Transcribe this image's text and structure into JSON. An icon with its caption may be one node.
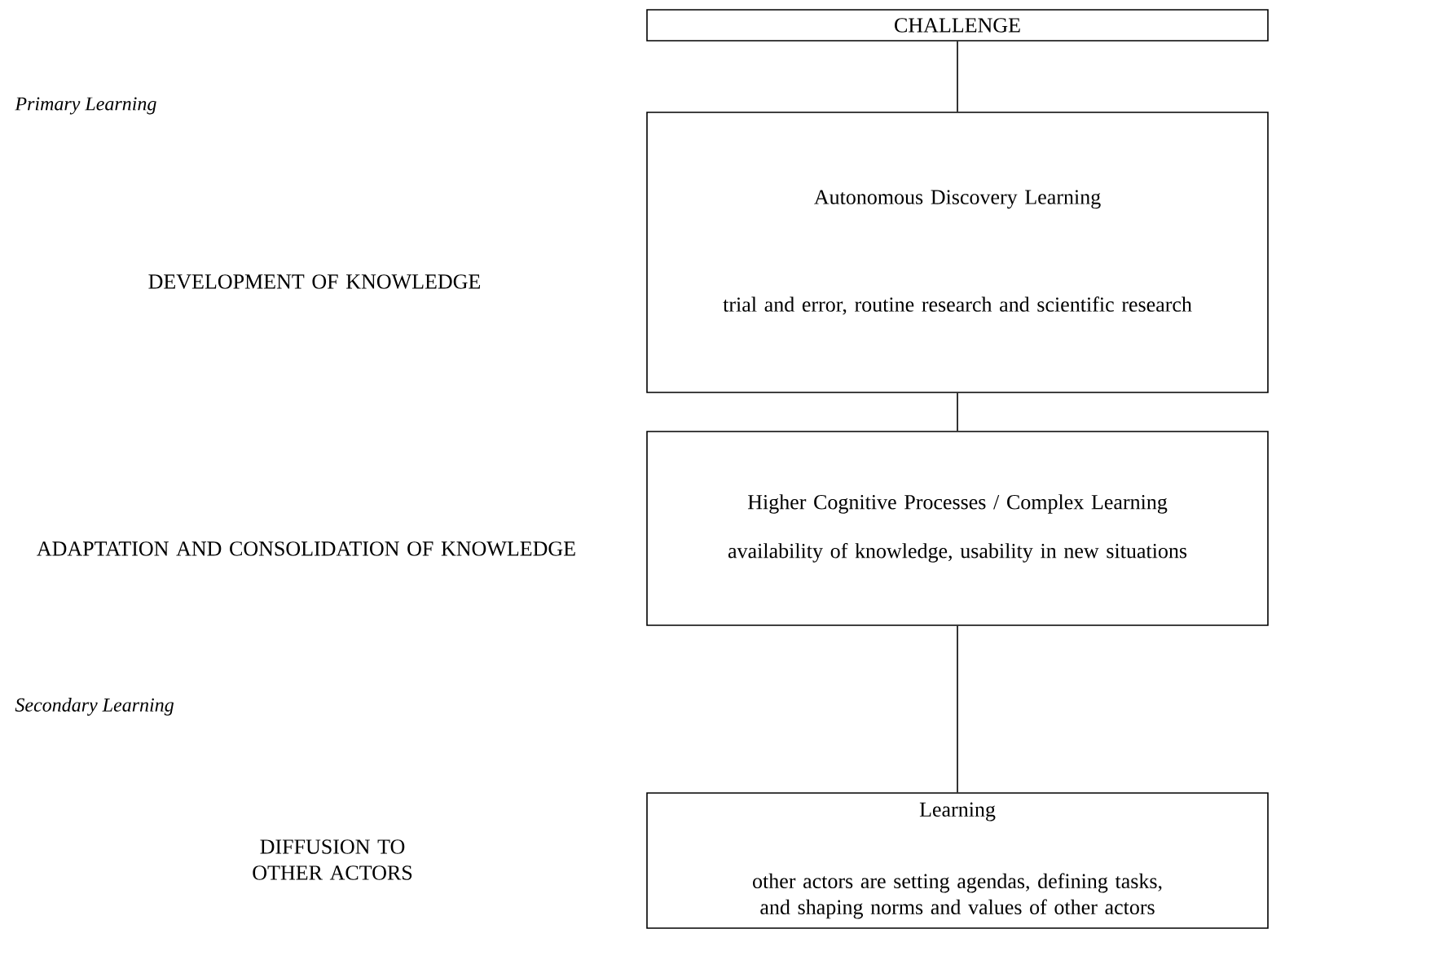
{
  "diagram": {
    "nodes": [
      {
        "text": [
          "CHALLENGE"
        ]
      },
      {
        "text": [
          "Autonomous Discovery Learning",
          "trial and error, routine research and scientific research"
        ]
      },
      {
        "text": [
          "Higher Cognitive Processes / Complex Learning",
          "availability of knowledge, usability in new situations"
        ]
      },
      {
        "text": [
          "Learning",
          "other actors are setting agendas, defining tasks, and shaping norms and values of other actors"
        ]
      }
    ],
    "edges": [
      {
        "from": 0,
        "to": 1,
        "arrow": "none"
      },
      {
        "from": 1,
        "to": 2,
        "arrow": "none"
      },
      {
        "from": 2,
        "to": 3,
        "arrow": "none"
      }
    ],
    "labels": [
      "Primary Learning",
      "DEVELOPMENT OF KNOWLEDGE",
      "ADAPTATION AND CONSOLIDATION OF KNOWLEDGE",
      "Secondary Learning",
      "DIFFUSION TO OTHER ACTORS"
    ]
  }
}
